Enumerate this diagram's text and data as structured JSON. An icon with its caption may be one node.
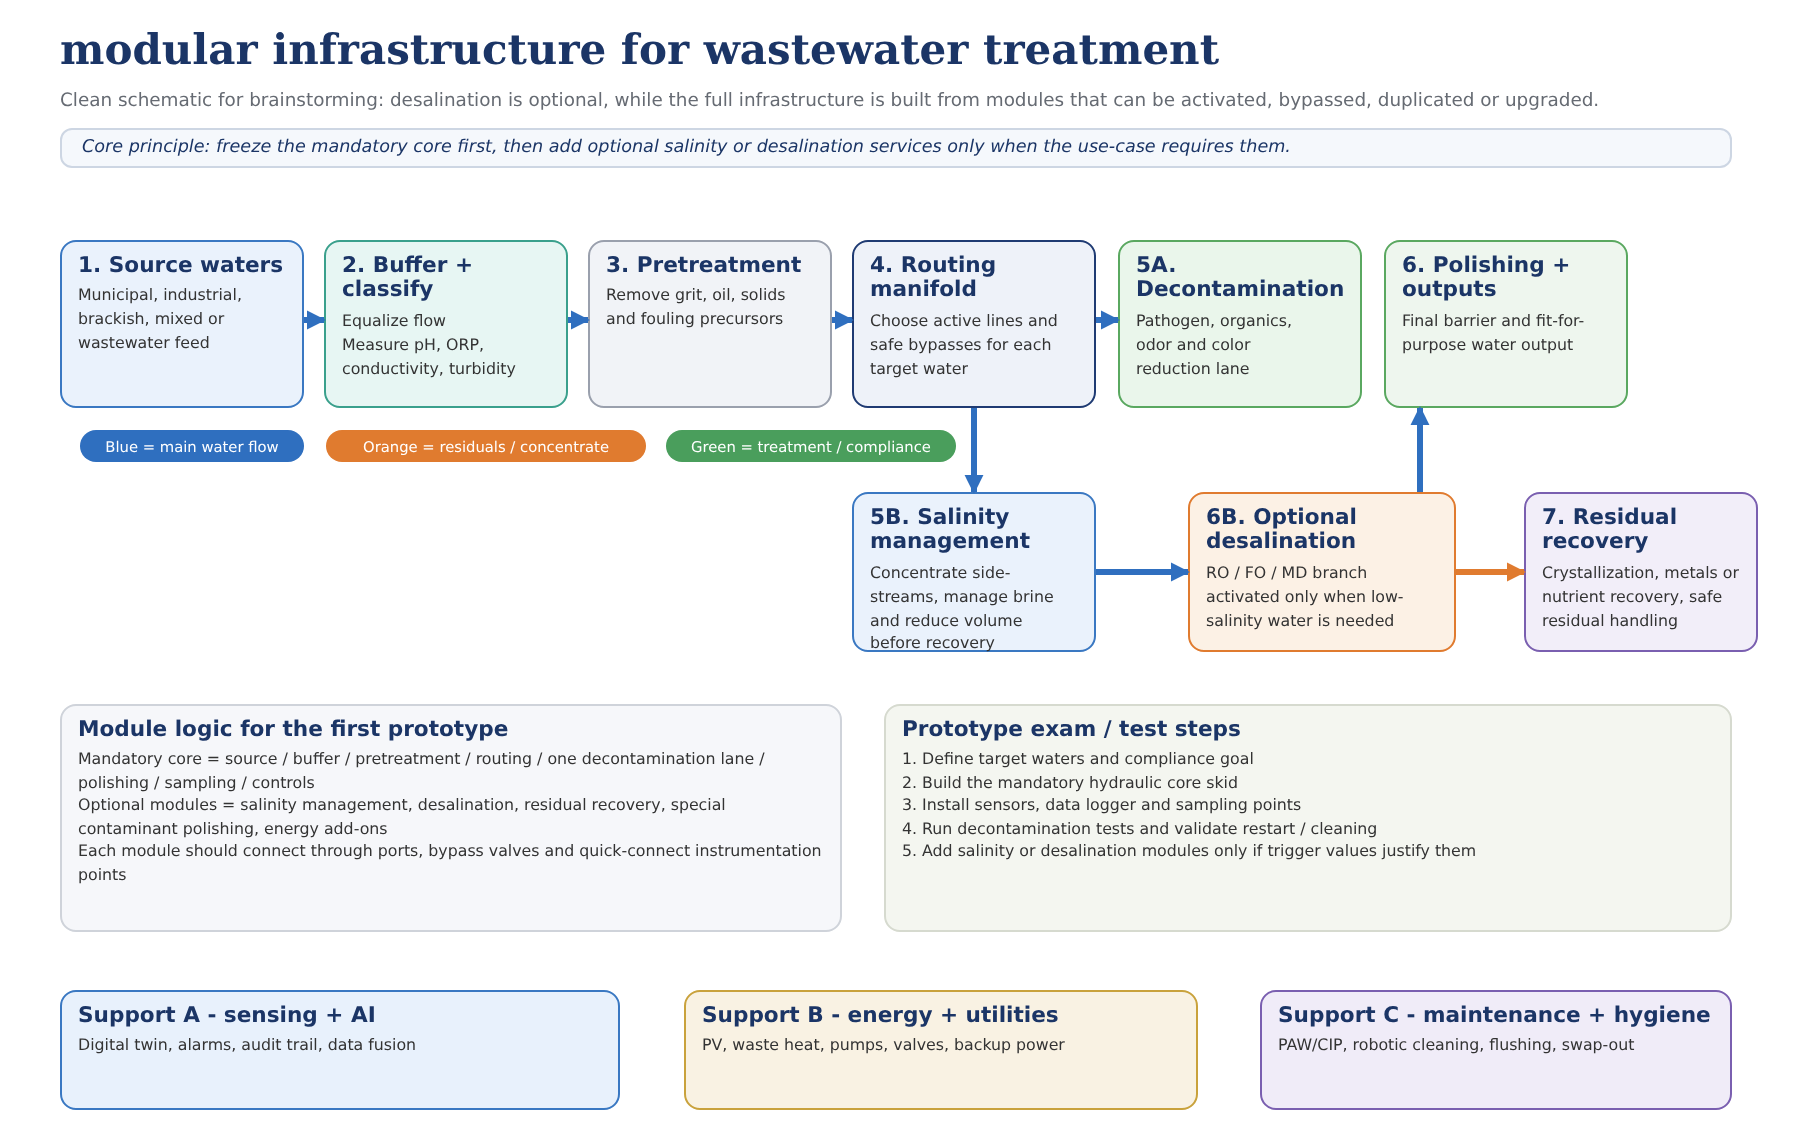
{
  "diagram": {
    "title": "modular infrastructure for wastewater treatment",
    "nodes": [
      {
        "text": [
          "Core principle: freeze the mandatory core first, then add optional salinity or desalination services only when the use-case requires them."
        ]
      },
      {
        "text": [
          "1. Source waters",
          "Municipal, industrial, brackish, mixed or wastewater feed"
        ]
      },
      {
        "text": [
          "2. Buffer + classify",
          "Equalize flow",
          "Measure pH, ORP, conductivity, turbidity"
        ]
      },
      {
        "text": [
          "3. Pretreatment",
          "Remove grit, oil, solids and fouling precursors"
        ]
      },
      {
        "text": [
          "4. Routing manifold",
          "Choose active lines and safe bypasses for each target water"
        ]
      },
      {
        "text": [
          "5A. Decontamination",
          "Pathogen, organics, odor and color reduction lane"
        ]
      },
      {
        "text": [
          "6. Polishing + outputs",
          "Final barrier and fit-for-purpose water output"
        ]
      },
      {
        "text": [
          "5B. Salinity management",
          "Concentrate side-streams, manage brine and reduce volume before recovery"
        ]
      },
      {
        "text": [
          "6B. Optional desalination",
          "RO / FO / MD branch activated only when low-salinity water is needed"
        ]
      },
      {
        "text": [
          "7. Residual recovery",
          "Crystallization, metals or nutrient recovery, safe residual handling"
        ]
      },
      {
        "text": [
          "Module logic for the first prototype",
          "Mandatory core = source / buffer / pretreatment / routing / one decontamination lane / polishing / sampling / controls",
          "Optional modules = salinity management, desalination, residual recovery, special contaminant polishing, energy add-ons",
          "Each module should connect through ports, bypass valves and quick-connect instrumentation points"
        ]
      },
      {
        "text": [
          "Prototype exam / test steps",
          "1. Define target waters and compliance goal",
          "2. Build the mandatory hydraulic core skid",
          "3. Install sensors, data logger and sampling points",
          "4. Run decontamination tests and validate restart / cleaning",
          "5. Add salinity or desalination modules only if trigger values justify them"
        ]
      },
      {
        "text": [
          "Support A - sensing + AI",
          "Digital twin, alarms, audit trail, data fusion"
        ]
      },
      {
        "text": [
          "Support B - energy + utilities",
          "PV, waste heat, pumps, valves, backup power"
        ]
      },
      {
        "text": [
          "Support C - maintenance + hygiene",
          "PAW/CIP, robotic cleaning, flushing, swap-out"
        ]
      }
    ],
    "edges": [
      {
        "from": 1,
        "to": 2,
        "arrow": "to"
      },
      {
        "from": 2,
        "to": 3,
        "arrow": "to"
      },
      {
        "from": 3,
        "to": 4,
        "arrow": "to"
      },
      {
        "from": 4,
        "to": 5,
        "arrow": "to"
      },
      {
        "from": 4,
        "to": 7,
        "arrow": "to"
      },
      {
        "from": 7,
        "to": 8,
        "arrow": "to"
      },
      {
        "from": 8,
        "to": 6,
        "arrow": "to"
      },
      {
        "from": 8,
        "to": 9,
        "arrow": "to",
        "color": "#e07b2f"
      }
    ],
    "labels": [
      "Clean schematic for brainstorming: desalination is optional, while the full infrastructure is built from modules that can be activated, bypassed, duplicated or upgraded."
    ],
    "legend": [
      {
        "text": "Blue = main water flow",
        "color": "#2f6fbf"
      },
      {
        "text": "Orange = residuals / concentrate",
        "color": "#e07b2f"
      },
      {
        "text": "Green = treatment / compliance",
        "color": "#4a9e5c"
      }
    ]
  }
}
